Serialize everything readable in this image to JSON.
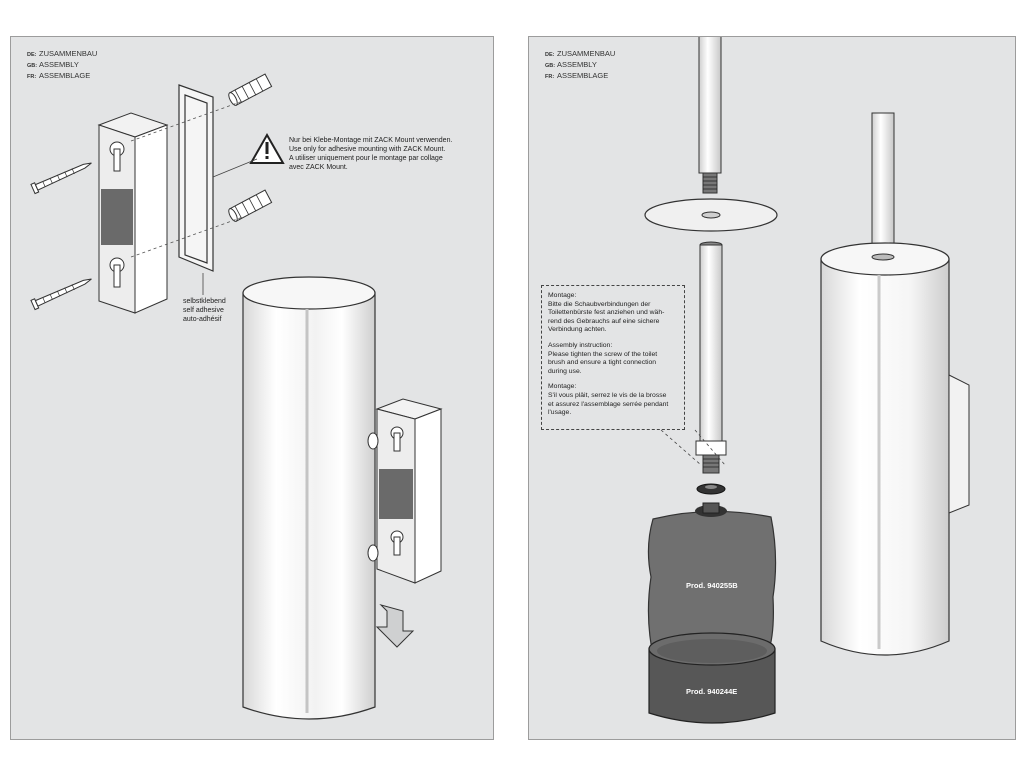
{
  "left_page": {
    "titles": [
      {
        "lang": "DE:",
        "text": "ZUSAMMENBAU"
      },
      {
        "lang": "GB:",
        "text": "ASSEMBLY"
      },
      {
        "lang": "FR:",
        "text": "ASSEMBLAGE"
      }
    ],
    "warning_text": "Nur bei Klebe-Montage mit ZACK Mount verwenden.\nUse only for adhesive mounting with ZACK Mount.\nA utiliser uniquement pour le montage par collage\navec ZACK Mount.",
    "adhesive_label": "selbstklebend\nself adhesive\nauto-adhésif"
  },
  "right_page": {
    "titles": [
      {
        "lang": "DE:",
        "text": "ZUSAMMENBAU"
      },
      {
        "lang": "GB:",
        "text": "ASSEMBLY"
      },
      {
        "lang": "FR:",
        "text": "ASSEMBLAGE"
      }
    ],
    "instructions": [
      {
        "heading": "Montage:",
        "body": "Bitte die Schaubverbindungen der\nToilettenbürste fest anziehen und wäh-\nrend des Gebrauchs auf eine sichere\nVerbindung achten."
      },
      {
        "heading": "Assembly instruction:",
        "body": "Please tighten the screw of the toilet\nbrush and ensure a tight connection\nduring use."
      },
      {
        "heading": "Montage:",
        "body": "S'il vous plâit, serrez le vis de la brosse\net assurez l'assemblage serrée pendant\nl'usage."
      }
    ],
    "brush_head_label": "Prod. 940255B",
    "holder_label": "Prod. 940244E"
  },
  "colors": {
    "page_bg": "#e3e4e5",
    "outline": "#444444",
    "dark_part": "#6a6a6a",
    "metal": "#f5f5f5"
  }
}
